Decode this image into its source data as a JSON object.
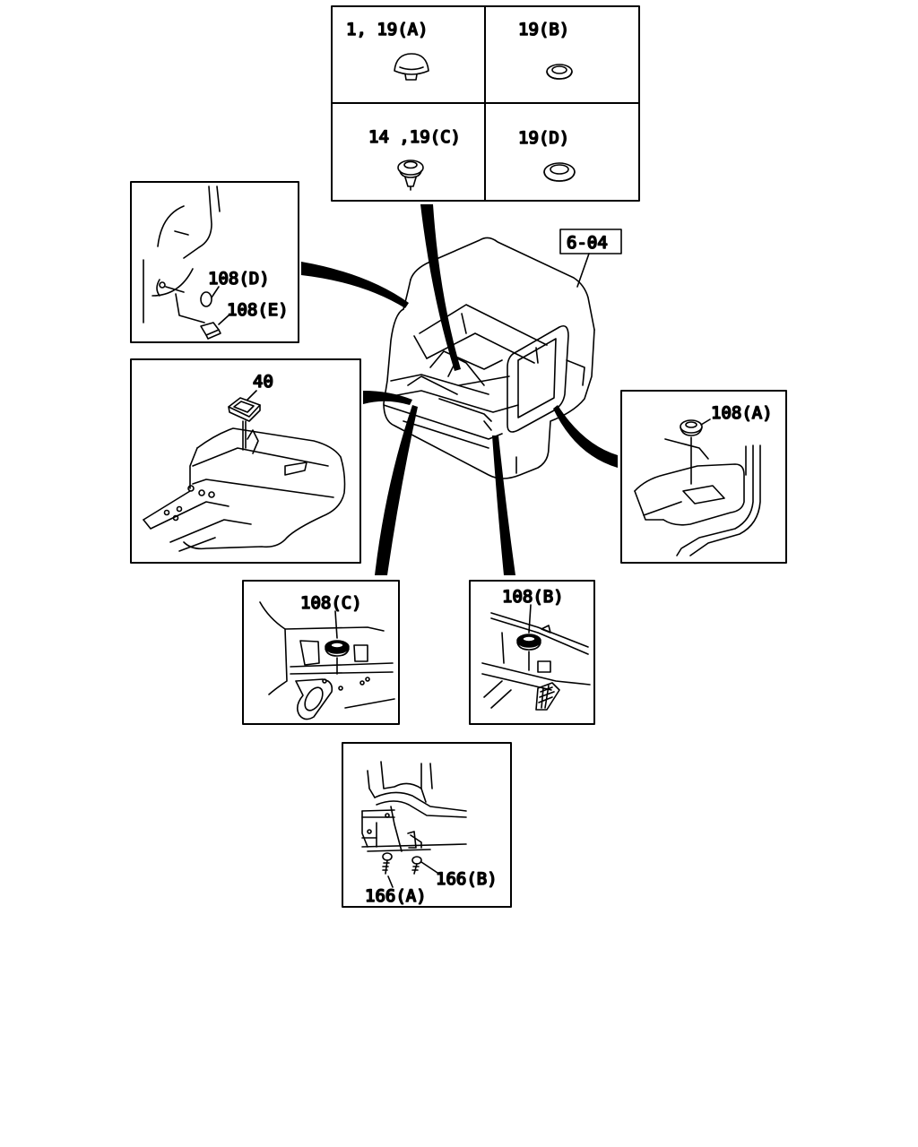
{
  "diagram": {
    "reference_label": "6-04",
    "parts_table": {
      "cells": [
        {
          "label": "1, 19(A)"
        },
        {
          "label": "19(B)"
        },
        {
          "label": "14 ,19(C)"
        },
        {
          "label": "19(D)"
        }
      ]
    },
    "callouts": {
      "left_panel_upper": [
        "108(D)",
        "108(E)"
      ],
      "floor_panel": "40",
      "right_panel": "108(A)",
      "lower_left_panel": "108(C)",
      "lower_right_panel": "108(B)",
      "bottom_panel": [
        "166(A)",
        "166(B)"
      ]
    }
  }
}
